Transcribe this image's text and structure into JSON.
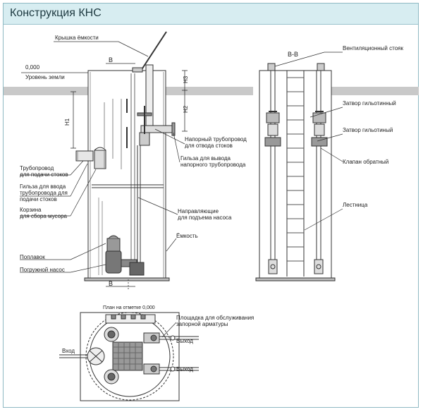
{
  "header": {
    "title": "Конструкция КНС"
  },
  "labels": {
    "lid": "Крышка ёмкости",
    "ground_level_value": "0,000",
    "ground_level": "Уровень земли",
    "section_b_top": "В",
    "section_b_bottom": "В",
    "section_bb": "В-В",
    "h1": "Н1",
    "h2": "Н2",
    "h3": "Н3",
    "pressure_pipe_1": "Напорный трубопровод",
    "pressure_pipe_2": "для отвода стоков",
    "sleeve_out_1": "Гильза для вывода",
    "sleeve_out_2": "напорного трубопровода",
    "inlet_pipe_1": "Трубопровод",
    "inlet_pipe_2": "для подачи  стоков",
    "sleeve_in_1": "Гильза для ввода",
    "sleeve_in_2": "трубопровода для",
    "sleeve_in_3": "подачи  стоков",
    "basket_1": "Корзина",
    "basket_2": "для сбора мусора",
    "guides_1": "Направляющие",
    "guides_2": "для подъема насоса",
    "tank": "Ёмкость",
    "float": "Поплавок",
    "pump": "Погружной насос",
    "vent": "Вентиляционный стояк",
    "gate_1": "Затвор гильотинный",
    "gate_2": "Затвор гильотиный",
    "check_valve": "Клапан обратный",
    "ladder": "Лестница",
    "plan_title": "План на отметке 0,000",
    "platform_1": "Площадка для обслуживания",
    "platform_2": "запорной арматуры",
    "inlet": "Вход",
    "outlet_1": "Выход",
    "outlet_2": "Выход"
  }
}
